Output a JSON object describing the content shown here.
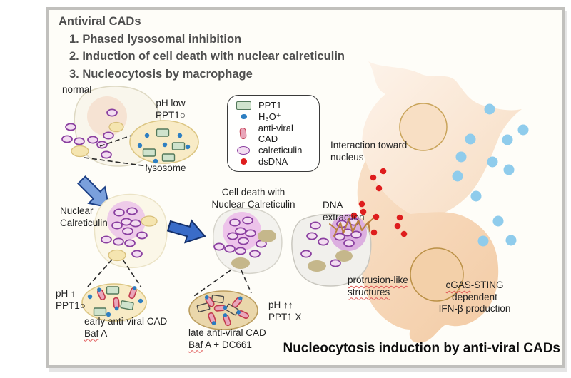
{
  "header": {
    "title": "Antiviral CADs",
    "item1": "1. Phased lysosomal inhibition",
    "item2": "2. Induction of cell death with nuclear calreticulin",
    "item3": "3. Nucleocytosis by macrophage"
  },
  "legend": {
    "items": [
      {
        "icon": "ppt1-icon",
        "label": "PPT1"
      },
      {
        "icon": "hydronium-icon",
        "label": "H₃O⁺"
      },
      {
        "icon": "anti-viral-cad-icon",
        "label": "anti-viral CAD"
      },
      {
        "icon": "calreticulin-icon",
        "label": "calreticulin"
      },
      {
        "icon": "dsdna-icon",
        "label": "dsDNA"
      }
    ]
  },
  "labels": {
    "normal": "normal",
    "ph_low": "pH low\nPPT1○",
    "lysosome": "lysosome",
    "nuclear_calreticulin": "Nuclear\nCalreticulin",
    "ph_up": "pH ↑\nPPT1○",
    "early_cad": "early anti-viral CAD",
    "early_drug_word": "Baf",
    "early_drug_rest": " A",
    "cell_death": "Cell death with\nNuclear Calreticulin",
    "late_cad": "late anti-viral CAD",
    "late_drug_word": "Baf",
    "late_drug_rest": " A + DC661",
    "ph_upup": "pH ↑↑\nPPT1 X",
    "interaction": "Interaction toward\nnucleus",
    "dna_extraction": "DNA\nextraction",
    "protrusion_1": "protrusion-like",
    "protrusion_2": "structures",
    "cgas_word": "cGAS",
    "cgas_rest": "-STING",
    "cgas_2": "dependent",
    "cgas_3": "IFN-β production"
  },
  "footer": {
    "title": "Nucleocytosis induction by anti-viral CADs"
  },
  "colors": {
    "ppt1_fill": "#cfe3cd",
    "ppt1_border": "#53795b",
    "hydronium": "#2e7fc2",
    "cad_fill": "#e9a6ba",
    "cad_border": "#c23b4e",
    "calreticulin_fill": "#f3ddf1",
    "calreticulin_border": "#8a3fa0",
    "dsdna": "#de1d1d",
    "ifn_dot": "#8fccec",
    "arrow_blue_light": "#7aa0dc",
    "arrow_blue_dark": "#3a6cc8",
    "lysosome_fill": "#f8ebc6",
    "lysosome_border": "#dcc683",
    "macrophage_fill": "#f6d4b4"
  }
}
